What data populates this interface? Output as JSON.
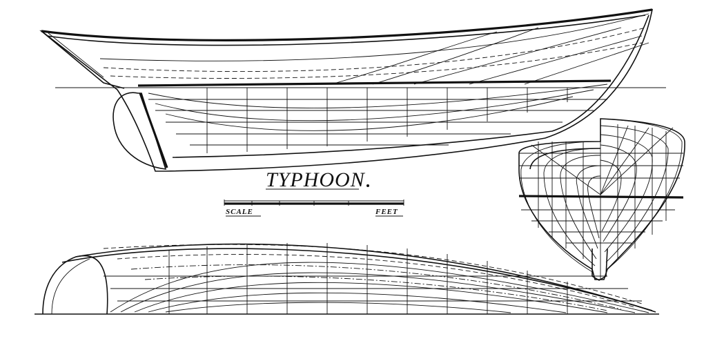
{
  "title": "TYPHOON",
  "scale_label": "SCALE",
  "scale_unit": "FEET"
}
